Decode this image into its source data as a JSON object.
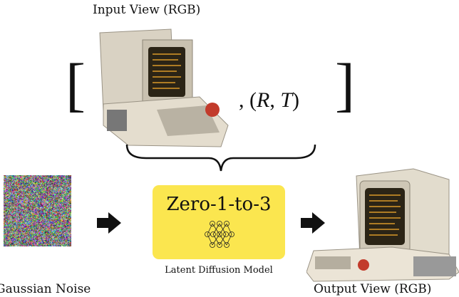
{
  "input_view": {
    "label": "Input View (RGB)"
  },
  "pose": {
    "open": "(",
    "R": "R",
    "sep": ", ",
    "T": "T",
    "close": ")",
    "comma": ","
  },
  "brackets": {
    "left": "[",
    "right": "]"
  },
  "model": {
    "name": "Zero-1-to-3",
    "subtitle": "Latent Diffusion Model",
    "color": "#fbe64f",
    "icon": "neural-network-icon"
  },
  "noise": {
    "label": "Gaussian Noise"
  },
  "output_view": {
    "label": "Output View (RGB)"
  }
}
